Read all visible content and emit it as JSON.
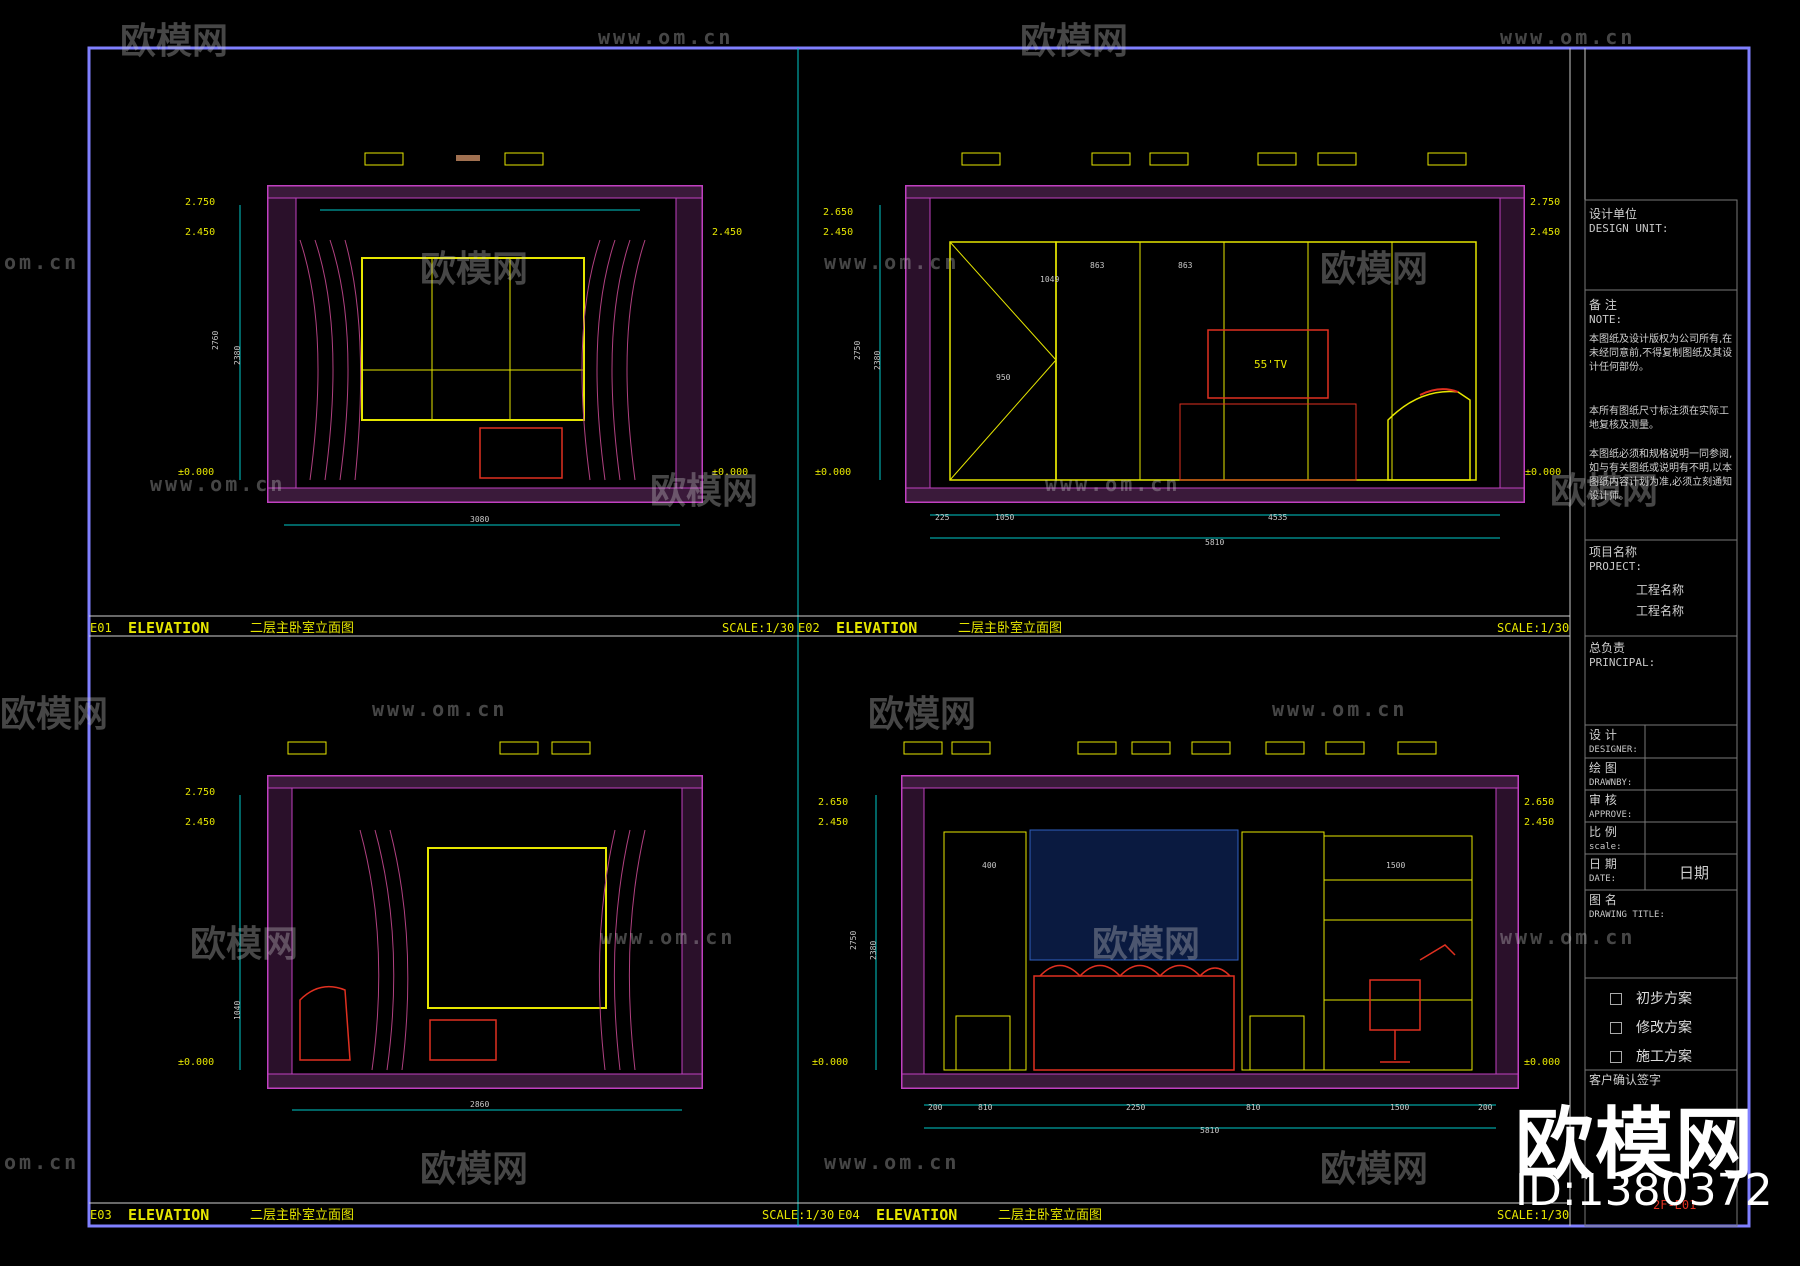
{
  "watermark": {
    "brand": "欧模网",
    "id_text": "ID:1380372",
    "url": "www.om.cn",
    "url_short": "om.cn"
  },
  "panels": [
    {
      "code": "E01",
      "title_en": "ELEVATION",
      "title_cn": "二层主卧室立面图",
      "scale": "SCALE:1/30",
      "levels": [
        "2.750",
        "2.450",
        "±0.000",
        "2.450",
        "±0.000"
      ],
      "dims": [
        "3080",
        "2760",
        "2380"
      ]
    },
    {
      "code": "E02",
      "title_en": "ELEVATION",
      "title_cn": "二层主卧室立面图",
      "scale": "SCALE:1/30",
      "levels": [
        "2.650",
        "2.450",
        "±0.000",
        "2.750",
        "2.450",
        "±0.000"
      ],
      "dims": [
        "225",
        "1050",
        "4535",
        "5810",
        "950",
        "2750",
        "2380",
        "55'TV",
        "863",
        "863",
        "1049"
      ]
    },
    {
      "code": "E03",
      "title_en": "ELEVATION",
      "title_cn": "二层主卧室立面图",
      "scale": "SCALE:1/30",
      "levels": [
        "2.750",
        "2.450",
        "±0.000"
      ],
      "dims": [
        "2860",
        "1040"
      ]
    },
    {
      "code": "E04",
      "title_en": "ELEVATION",
      "title_cn": "二层主卧室立面图",
      "scale": "SCALE:1/30",
      "levels": [
        "2.650",
        "2.450",
        "±0.000",
        "2.650",
        "2.450",
        "±0.000"
      ],
      "dims": [
        "200",
        "810",
        "2250",
        "810",
        "1500",
        "200",
        "5810",
        "2750",
        "2380",
        "400",
        "1500"
      ]
    }
  ],
  "title_block": {
    "design_unit_cn": "设计单位",
    "design_unit_en": "DESIGN UNIT:",
    "note_cn": "备 注",
    "note_en": "NOTE:",
    "note_1": "本图纸及设计版权为公司所有,在未经同意前,不得复制图纸及其设计任何部份。",
    "note_2": "本所有图纸尺寸标注须在实际工地复核及测量。",
    "note_3": "本图纸必须和规格说明一同参阅,如与有关图纸或说明有不明,以本图纸内容计划为准,必须立刻通知设计师。",
    "project_cn": "项目名称",
    "project_en": "PROJECT:",
    "project_value_1": "工程名称",
    "project_value_2": "工程名称",
    "principal_cn": "总负责",
    "principal_en": "PRINCIPAL:",
    "designer_cn": "设 计",
    "designer_en": "DESIGNER:",
    "drawnby_cn": "绘 图",
    "drawnby_en": "DRAWNBY:",
    "approve_cn": "审 核",
    "approve_en": "APPROVE:",
    "scale_cn": "比 例",
    "scale_en": "scale:",
    "date_cn": "日 期",
    "date_en": "DATE:",
    "date_value": "日期",
    "drawing_title_cn": "图 名",
    "drawing_title_en": "DRAWING TITLE:",
    "stages": [
      "初步方案",
      "修改方案",
      "施工方案"
    ],
    "client_confirm": "客户确认签字",
    "drawing_no_partial": "2F-E01"
  },
  "colors": {
    "frame": "#8080ff",
    "wall": "#c040c0",
    "yellow": "#e6e600",
    "cyan": "#00c8c8",
    "red": "#e03020",
    "green": "#20c020",
    "magenta_curtain": "#b04080"
  }
}
